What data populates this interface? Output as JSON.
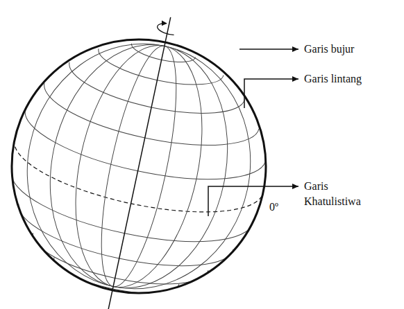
{
  "diagram": {
    "labels": [
      "Garis bujur",
      "Garis lintang",
      "Garis Khatulistiwa",
      "0º"
    ]
  }
}
